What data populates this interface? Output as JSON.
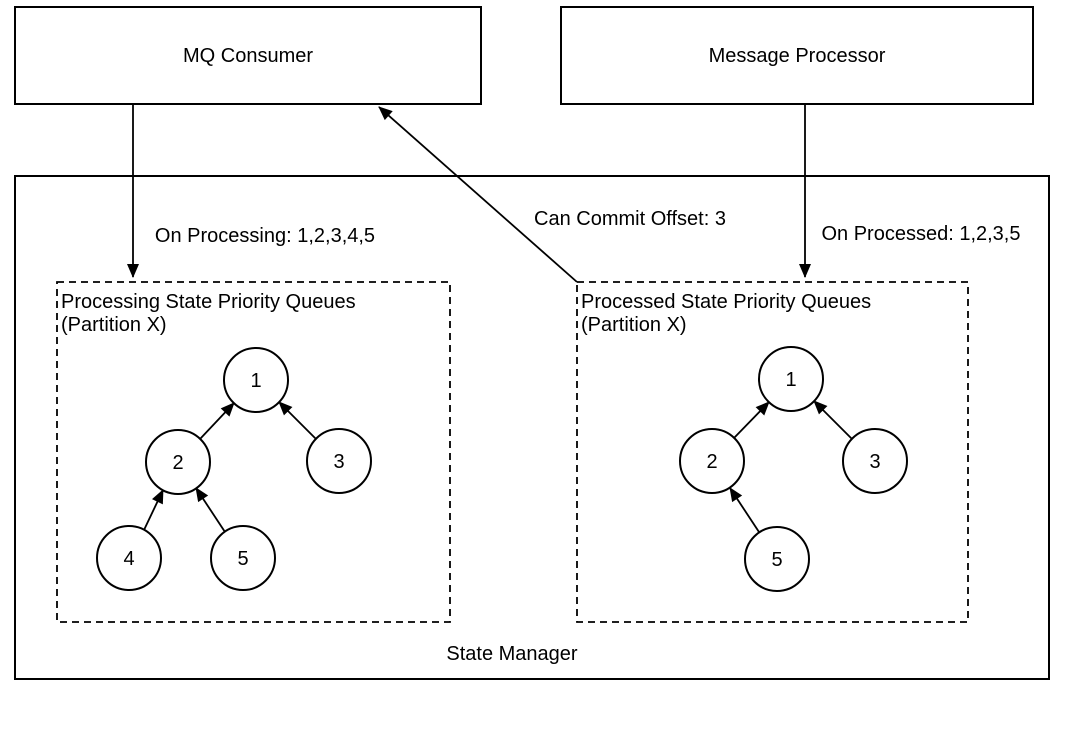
{
  "diagram": {
    "title_boxes": {
      "mq_consumer": "MQ Consumer",
      "message_processor": "Message Processor"
    },
    "state_manager": {
      "label": "State Manager"
    },
    "arrows": {
      "on_processing": "On Processing: 1,2,3,4,5",
      "can_commit_offset": "Can Commit Offset: 3",
      "on_processed": "On Processed: 1,2,3,5"
    },
    "processing_queue": {
      "title": "Processing State Priority Queues",
      "subtitle": "(Partition X)",
      "nodes": [
        "1",
        "2",
        "3",
        "4",
        "5"
      ]
    },
    "processed_queue": {
      "title": "Processed State Priority Queues",
      "subtitle": "(Partition X)",
      "nodes": [
        "1",
        "2",
        "3",
        "5"
      ]
    },
    "colors": {
      "stroke": "#000000",
      "background": "#ffffff"
    }
  }
}
